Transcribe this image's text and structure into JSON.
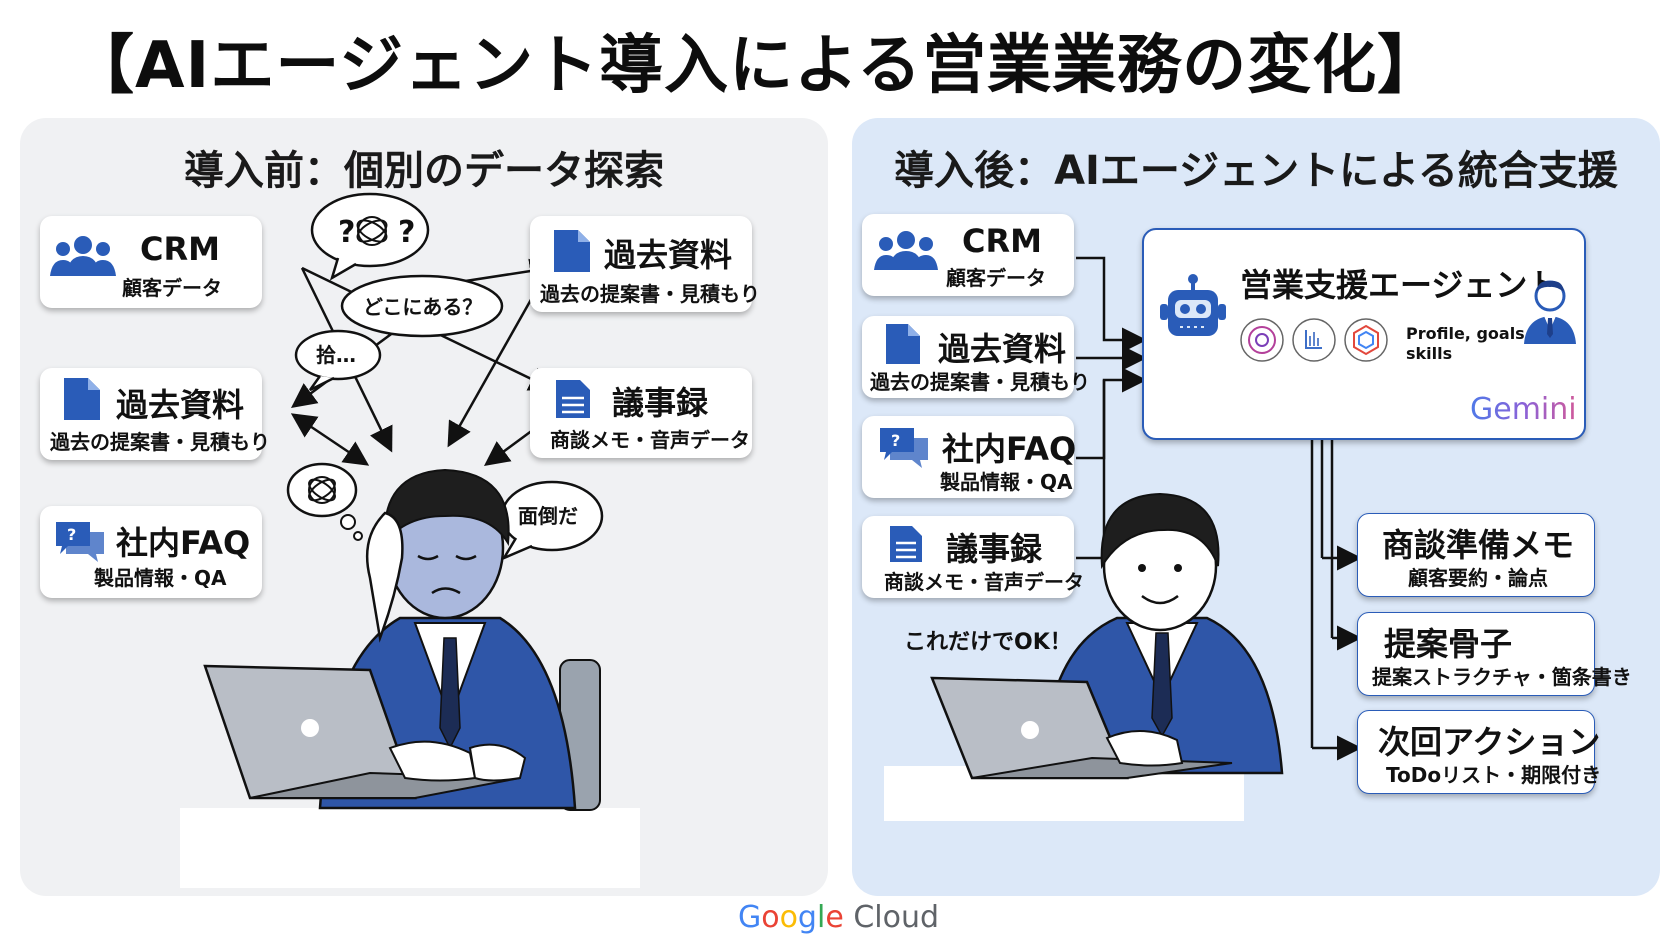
{
  "title": "【AIエージェント導入による営業業務の変化】",
  "before": {
    "title": "導入前：個別のデータ探索",
    "cards": [
      {
        "title": "CRM",
        "sub": "顧客データ"
      },
      {
        "title": "過去資料",
        "sub": "過去の提案書・見積もり"
      },
      {
        "title": "社内FAQ",
        "sub": "製品情報・QA"
      },
      {
        "title": "過去資料",
        "sub": "過去の提案書・見積もり"
      },
      {
        "title": "議事録",
        "sub": "商談メモ・音声データ"
      }
    ],
    "bubbles": {
      "question": "?",
      "where": "どこにある？",
      "hiro": "拾…",
      "mendou": "面倒だ"
    }
  },
  "after": {
    "title": "導入後：AIエージェントによる統合支援",
    "inputs": [
      {
        "title": "CRM",
        "sub": "顧客データ"
      },
      {
        "title": "過去資料",
        "sub": "過去の提案書・見積もり"
      },
      {
        "title": "社内FAQ",
        "sub": "製品情報・QA"
      },
      {
        "title": "議事録",
        "sub": "商談メモ・音声データ"
      }
    ],
    "agent": {
      "title": "営業支援エージェント",
      "profile": "Profile, goals,",
      "profile2": "skills",
      "brand": "Gemini"
    },
    "ok": "これだけでOK！",
    "outputs": [
      {
        "title": "商談準備メモ",
        "sub": "顧客要約・論点"
      },
      {
        "title": "提案骨子",
        "sub": "提案ストラクチャ・箇条書き"
      },
      {
        "title": "次回アクション",
        "sub": "ToDoリスト・期限付き"
      }
    ]
  },
  "footer": {
    "google": "Google",
    "cloud": "Cloud"
  },
  "colors": {
    "accent_blue": "#2a5cb8",
    "suit_blue": "#2f56a8",
    "panel_gray": "#f0f1f3",
    "panel_blue": "#dce8f8"
  }
}
